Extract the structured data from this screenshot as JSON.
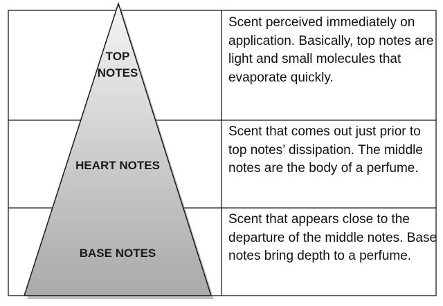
{
  "tiers": [
    {
      "label": "TOP\nNOTES",
      "description": "Scent perceived immediately on application. Basically, top notes are light and small molecules that evaporate quickly."
    },
    {
      "label": "HEART NOTES",
      "description": "Scent that comes out just prior to top notes’ dissipation. The middle notes are the body of a perfume."
    },
    {
      "label": "BASE NOTES",
      "description": "Scent that appears close to the departure of the middle notes. Base notes bring depth to a perfume."
    }
  ],
  "colors": {
    "border": "#1a1a1a",
    "pyramid_top": "#f4f4f4",
    "pyramid_bottom": "#a9a9a9",
    "shadow": "#7a7a7a"
  }
}
